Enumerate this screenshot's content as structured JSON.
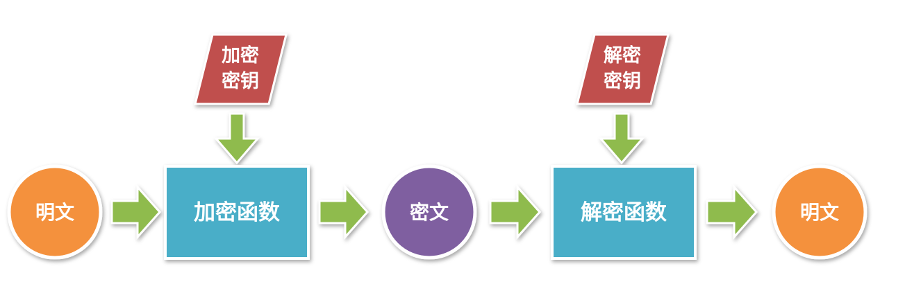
{
  "diagram": {
    "plaintext_in": "明文",
    "encrypt_function": "加密函数",
    "encrypt_key_line1": "加密",
    "encrypt_key_line2": "密钥",
    "ciphertext": "密文",
    "decrypt_function": "解密函数",
    "decrypt_key_line1": "解密",
    "decrypt_key_line2": "密钥",
    "plaintext_out": "明文"
  },
  "colors": {
    "plaintext_circle": "#f4913d",
    "ciphertext_circle": "#7f5fa0",
    "function_box": "#4aaec8",
    "key_parallelogram": "#c0504d",
    "arrow": "#8fbb4e",
    "outline": "#ffffff"
  }
}
